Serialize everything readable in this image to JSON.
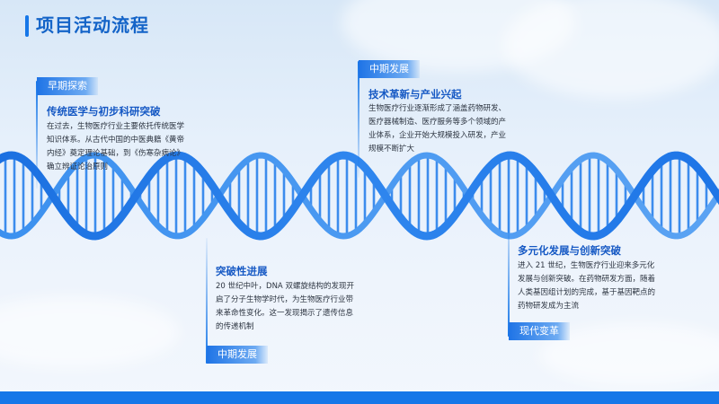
{
  "title": "项目活动流程",
  "colors": {
    "accent": "#1677e8",
    "title": "#1464c8",
    "text": "#2c3440"
  },
  "stages": [
    {
      "tag": "早期探索",
      "heading": "传统医学与初步科研突破",
      "lines": [
        "在过去，生物医疗行业主要依托传统医学",
        "知识体系。从古代中国的中医典籍《黄帝",
        "内经》奠定理论基础，到《伤寒杂病论》",
        "确立辨证论治原则"
      ]
    },
    {
      "tag": "中期发展",
      "heading": "突破性进展",
      "lines": [
        "20 世纪中叶，DNA 双螺旋结构的发现开",
        "启了分子生物学时代，为生物医疗行业带",
        "来革命性变化。这一发现揭示了遗传信息",
        "的传递机制"
      ]
    },
    {
      "tag": "中期发展",
      "heading": "技术革新与产业兴起",
      "lines": [
        "生物医疗行业逐渐形成了涵盖药物研发、",
        "医疗器械制造、医疗服务等多个领域的产",
        "业体系，企业开始大规模投入研发，产业",
        "规模不断扩大"
      ]
    },
    {
      "tag": "现代变革",
      "heading": "多元化发展与创新突破",
      "lines": [
        "进入 21 世纪，生物医疗行业迎来多元化",
        "发展与创新突破。在药物研发方面，随着",
        "人类基因组计划的完成，基于基因靶点的",
        "药物研发成为主流"
      ]
    }
  ]
}
